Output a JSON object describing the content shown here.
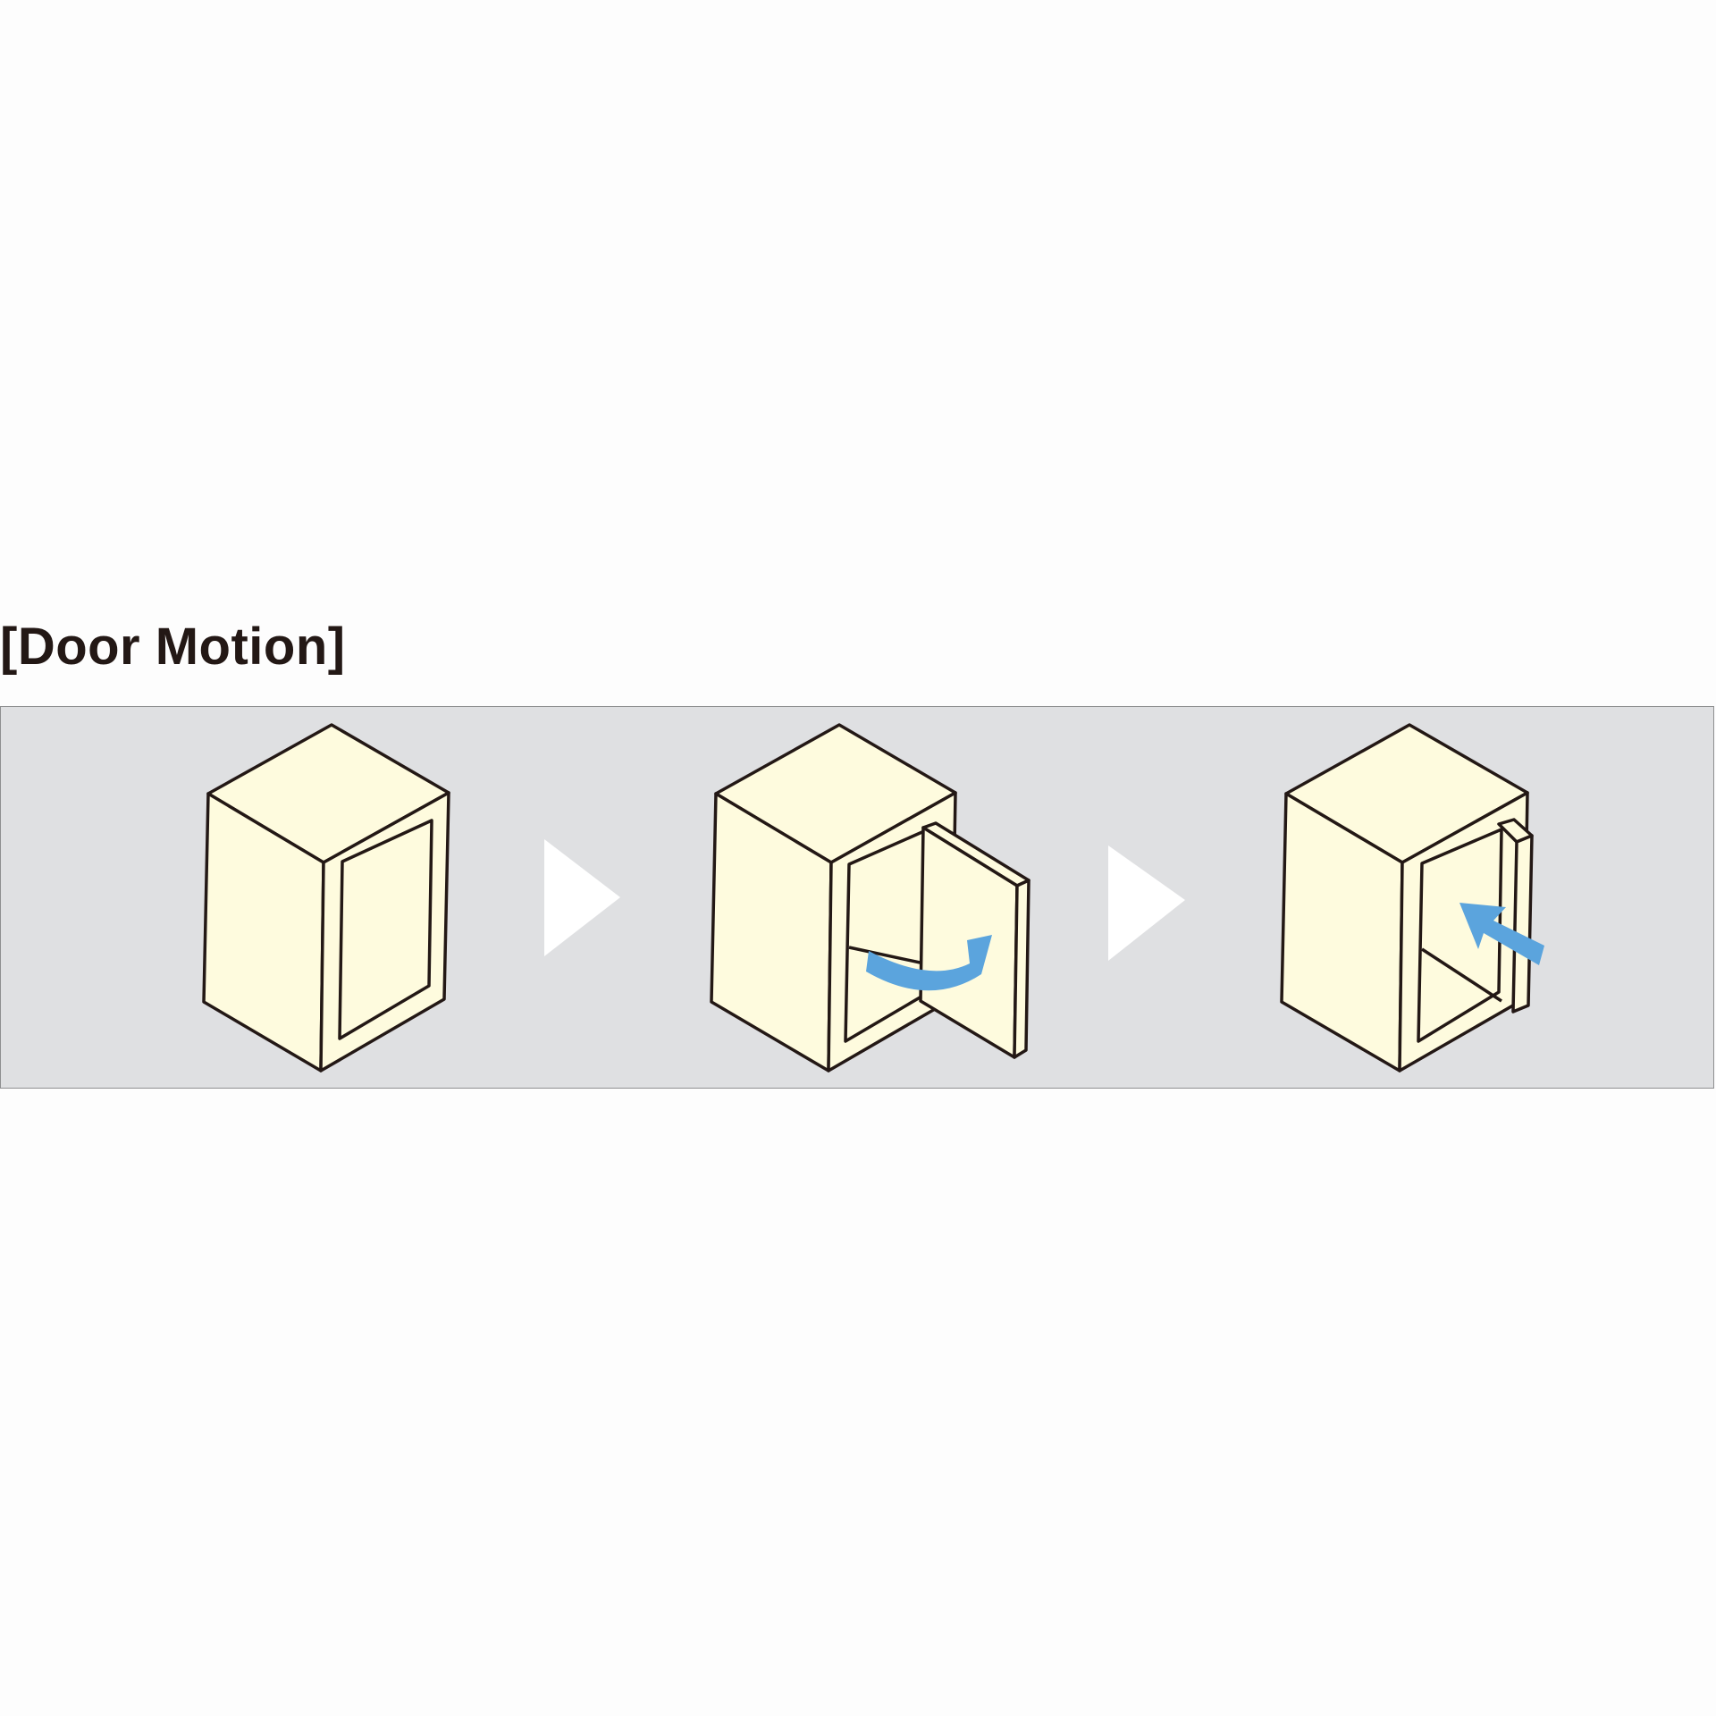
{
  "title": "[Door Motion]",
  "colors": {
    "panel_background": "#dfe0e2",
    "panel_border": "#8e8f90",
    "cabinet_fill": "#fefbde",
    "outline": "#231815",
    "motion_arrow": "#5ba4dd",
    "step_arrow": "#ffffff"
  },
  "steps": [
    {
      "state": "closed",
      "icon": "cabinet-closed-icon"
    },
    {
      "state": "opening",
      "icon": "cabinet-door-open-icon",
      "motion": "swing"
    },
    {
      "state": "retracting",
      "icon": "cabinet-door-pocket-icon",
      "motion": "slide-in"
    }
  ]
}
